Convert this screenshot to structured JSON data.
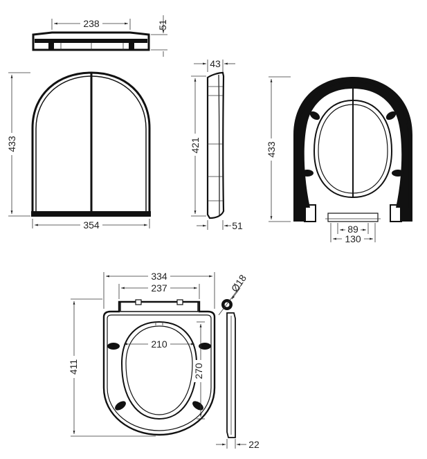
{
  "views": {
    "top_hinge_view": {
      "width_label": "238",
      "height_label": "51"
    },
    "front_lid_view": {
      "height_label": "433",
      "width_label": "354"
    },
    "side_lid_view": {
      "thickness_top_label": "43",
      "height_label": "421",
      "thickness_bottom_label": "51"
    },
    "underside_lid_view": {
      "height_label": "433",
      "inner_hinge_label": "89",
      "outer_hinge_label": "130"
    },
    "seat_view": {
      "outer_width_label": "334",
      "hinge_width_label": "237",
      "inner_width_label": "210",
      "inner_length_label": "270",
      "length_label": "411",
      "hinge_pin_label": "Ø18",
      "side_thickness_label": "22"
    }
  }
}
